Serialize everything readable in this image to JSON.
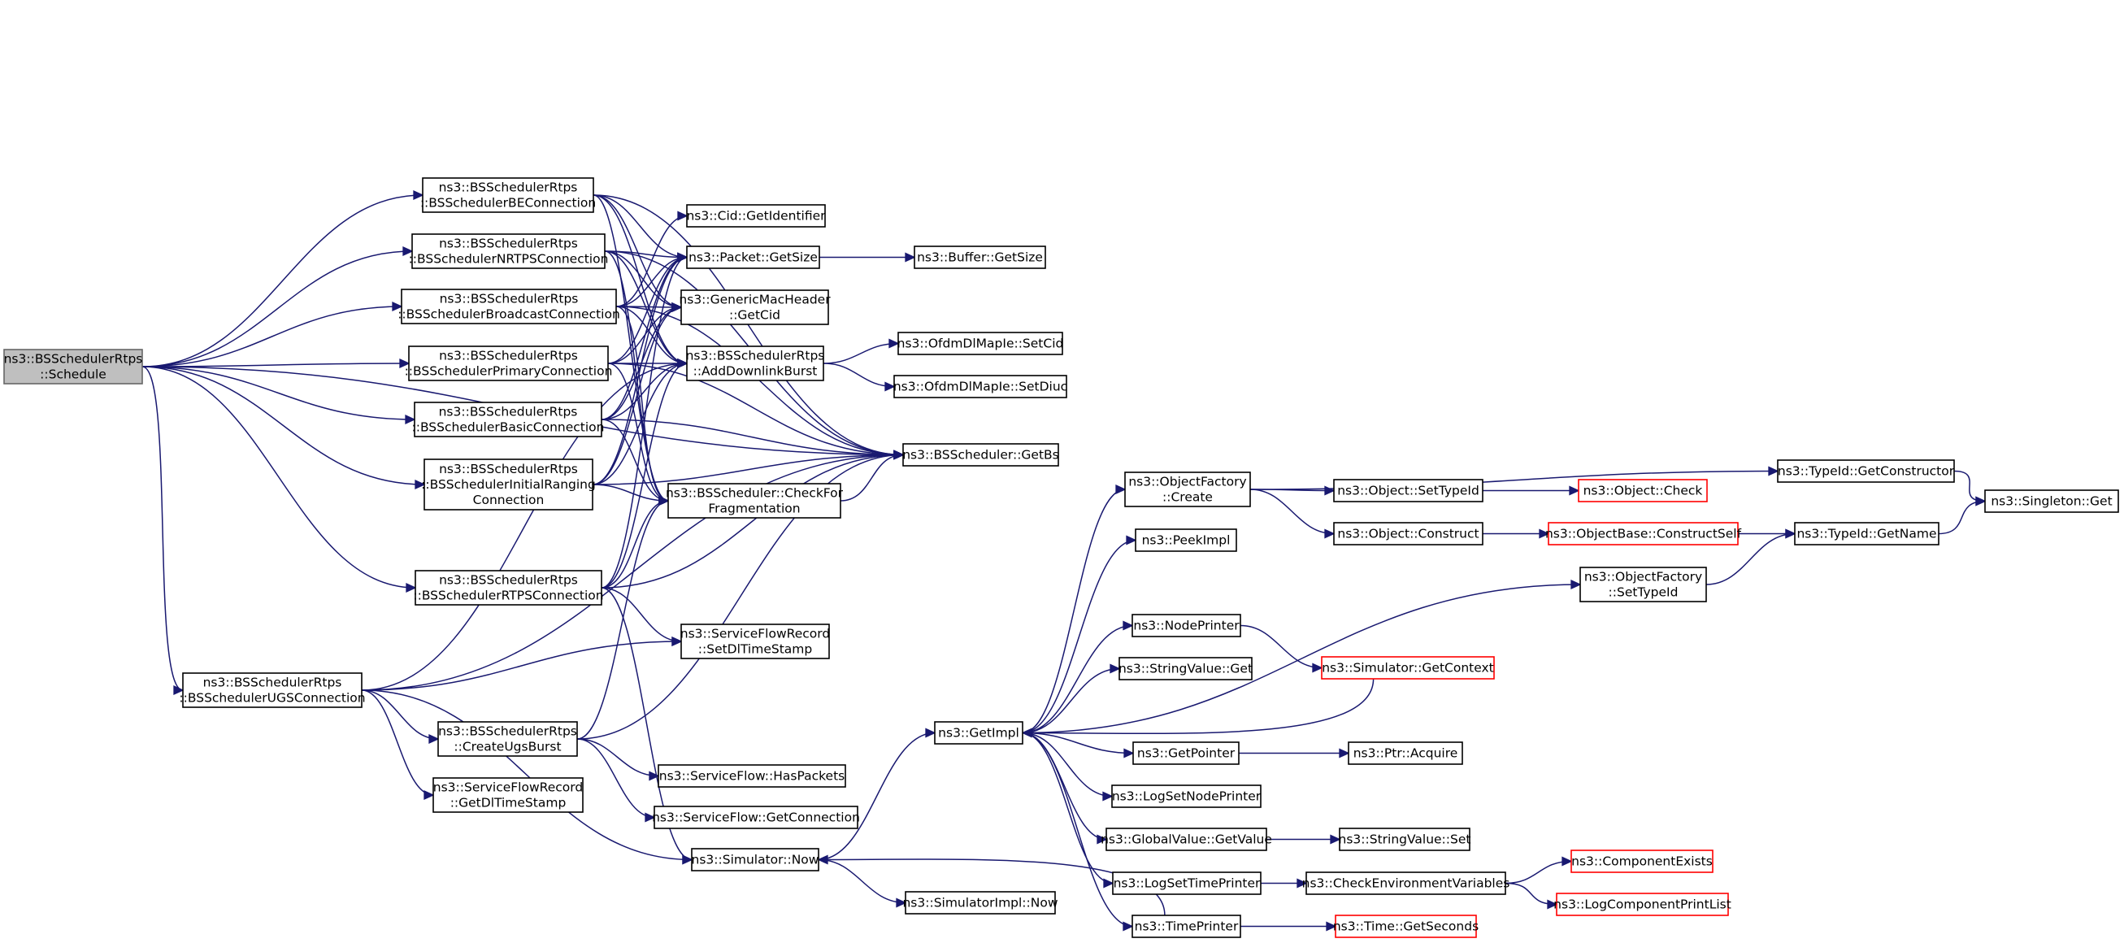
{
  "colors": {
    "edge": "#191970",
    "root_fill": "#bfbfbf",
    "root_border": "#666666",
    "red_border": "#ff0000",
    "border": "#000000"
  },
  "nodes": [
    {
      "id": "schedule",
      "lines": [
        "ns3::BSSchedulerRtps",
        "::Schedule"
      ],
      "style": "root"
    },
    {
      "id": "be",
      "lines": [
        "ns3::BSSchedulerRtps",
        "::BSSchedulerBEConnection"
      ]
    },
    {
      "id": "nrtps",
      "lines": [
        "ns3::BSSchedulerRtps",
        "::BSSchedulerNRTPSConnection"
      ]
    },
    {
      "id": "bcast",
      "lines": [
        "ns3::BSSchedulerRtps",
        "::BSSchedulerBroadcastConnection"
      ]
    },
    {
      "id": "primary",
      "lines": [
        "ns3::BSSchedulerRtps",
        "::BSSchedulerPrimaryConnection"
      ]
    },
    {
      "id": "basic",
      "lines": [
        "ns3::BSSchedulerRtps",
        "::BSSchedulerBasicConnection"
      ]
    },
    {
      "id": "initrng",
      "lines": [
        "ns3::BSSchedulerRtps",
        "::BSSchedulerInitialRanging",
        "Connection"
      ]
    },
    {
      "id": "rtps",
      "lines": [
        "ns3::BSSchedulerRtps",
        "::BSSchedulerRTPSConnection"
      ]
    },
    {
      "id": "ugs",
      "lines": [
        "ns3::BSSchedulerRtps",
        "::BSSchedulerUGSConnection"
      ]
    },
    {
      "id": "createugs",
      "lines": [
        "ns3::BSSchedulerRtps",
        "::CreateUgsBurst"
      ]
    },
    {
      "id": "sfr_get",
      "lines": [
        "ns3::ServiceFlowRecord",
        "::GetDlTimeStamp"
      ]
    },
    {
      "id": "cid_getid",
      "lines": [
        "ns3::Cid::GetIdentifier"
      ]
    },
    {
      "id": "pkt_size",
      "lines": [
        "ns3::Packet::GetSize"
      ]
    },
    {
      "id": "gmh_cid",
      "lines": [
        "ns3::GenericMacHeader",
        "::GetCid"
      ]
    },
    {
      "id": "adl",
      "lines": [
        "ns3::BSSchedulerRtps",
        "::AddDownlinkBurst"
      ]
    },
    {
      "id": "checkfrag",
      "lines": [
        "ns3::BSScheduler::CheckFor",
        "Fragmentation"
      ]
    },
    {
      "id": "sfr_set",
      "lines": [
        "ns3::ServiceFlowRecord",
        "::SetDlTimeStamp"
      ]
    },
    {
      "id": "sf_has",
      "lines": [
        "ns3::ServiceFlow::HasPackets"
      ]
    },
    {
      "id": "sf_conn",
      "lines": [
        "ns3::ServiceFlow::GetConnection"
      ]
    },
    {
      "id": "sim_now",
      "lines": [
        "ns3::Simulator::Now"
      ]
    },
    {
      "id": "buf_size",
      "lines": [
        "ns3::Buffer::GetSize"
      ]
    },
    {
      "id": "setcid",
      "lines": [
        "ns3::OfdmDlMapIe::SetCid"
      ]
    },
    {
      "id": "setdiuc",
      "lines": [
        "ns3::OfdmDlMapIe::SetDiuc"
      ]
    },
    {
      "id": "getbs",
      "lines": [
        "ns3::BSScheduler::GetBs"
      ]
    },
    {
      "id": "simimpl_now",
      "lines": [
        "ns3::SimulatorImpl::Now"
      ]
    },
    {
      "id": "getimpl",
      "lines": [
        "ns3::GetImpl"
      ]
    },
    {
      "id": "of_create",
      "lines": [
        "ns3::ObjectFactory",
        "::Create"
      ]
    },
    {
      "id": "peekimpl",
      "lines": [
        "ns3::PeekImpl"
      ]
    },
    {
      "id": "nodeprinter",
      "lines": [
        "ns3::NodePrinter"
      ]
    },
    {
      "id": "strval_get",
      "lines": [
        "ns3::StringValue::Get"
      ]
    },
    {
      "id": "getpointer",
      "lines": [
        "ns3::GetPointer"
      ]
    },
    {
      "id": "logsetnode",
      "lines": [
        "ns3::LogSetNodePrinter"
      ]
    },
    {
      "id": "gv_getvalue",
      "lines": [
        "ns3::GlobalValue::GetValue"
      ]
    },
    {
      "id": "logsettime",
      "lines": [
        "ns3::LogSetTimePrinter"
      ]
    },
    {
      "id": "timeprinter",
      "lines": [
        "ns3::TimePrinter"
      ]
    },
    {
      "id": "obj_settype",
      "lines": [
        "ns3::Object::SetTypeId"
      ]
    },
    {
      "id": "obj_construct",
      "lines": [
        "ns3::Object::Construct"
      ]
    },
    {
      "id": "of_settype",
      "lines": [
        "ns3::ObjectFactory",
        "::SetTypeId"
      ]
    },
    {
      "id": "sim_ctx",
      "lines": [
        "ns3::Simulator::GetContext"
      ],
      "style": "red"
    },
    {
      "id": "ptr_acquire",
      "lines": [
        "ns3::Ptr::Acquire"
      ]
    },
    {
      "id": "strval_set",
      "lines": [
        "ns3::StringValue::Set"
      ]
    },
    {
      "id": "checkenv",
      "lines": [
        "ns3::CheckEnvironmentVariables"
      ]
    },
    {
      "id": "time_secs",
      "lines": [
        "ns3::Time::GetSeconds"
      ],
      "style": "red"
    },
    {
      "id": "obj_check",
      "lines": [
        "ns3::Object::Check"
      ],
      "style": "red"
    },
    {
      "id": "ob_construct",
      "lines": [
        "ns3::ObjectBase::ConstructSelf"
      ],
      "style": "red"
    },
    {
      "id": "comp_exists",
      "lines": [
        "ns3::ComponentExists"
      ],
      "style": "red"
    },
    {
      "id": "logcomp_print",
      "lines": [
        "ns3::LogComponentPrintList"
      ],
      "style": "red"
    },
    {
      "id": "tid_getctor",
      "lines": [
        "ns3::TypeId::GetConstructor"
      ]
    },
    {
      "id": "tid_getname",
      "lines": [
        "ns3::TypeId::GetName"
      ]
    },
    {
      "id": "singleton_get",
      "lines": [
        "ns3::Singleton::Get"
      ]
    }
  ],
  "edges": [
    [
      "schedule",
      "be"
    ],
    [
      "schedule",
      "nrtps"
    ],
    [
      "schedule",
      "bcast"
    ],
    [
      "schedule",
      "primary"
    ],
    [
      "schedule",
      "basic"
    ],
    [
      "schedule",
      "initrng"
    ],
    [
      "schedule",
      "rtps"
    ],
    [
      "schedule",
      "ugs"
    ],
    [
      "schedule",
      "getbs"
    ],
    [
      "be",
      "pkt_size"
    ],
    [
      "be",
      "gmh_cid"
    ],
    [
      "be",
      "adl"
    ],
    [
      "be",
      "checkfrag"
    ],
    [
      "be",
      "getbs"
    ],
    [
      "nrtps",
      "pkt_size"
    ],
    [
      "nrtps",
      "gmh_cid"
    ],
    [
      "nrtps",
      "adl"
    ],
    [
      "nrtps",
      "checkfrag"
    ],
    [
      "nrtps",
      "getbs"
    ],
    [
      "bcast",
      "cid_getid"
    ],
    [
      "bcast",
      "pkt_size"
    ],
    [
      "bcast",
      "gmh_cid"
    ],
    [
      "bcast",
      "adl"
    ],
    [
      "bcast",
      "checkfrag"
    ],
    [
      "bcast",
      "getbs"
    ],
    [
      "primary",
      "pkt_size"
    ],
    [
      "primary",
      "gmh_cid"
    ],
    [
      "primary",
      "adl"
    ],
    [
      "primary",
      "checkfrag"
    ],
    [
      "primary",
      "getbs"
    ],
    [
      "basic",
      "pkt_size"
    ],
    [
      "basic",
      "gmh_cid"
    ],
    [
      "basic",
      "adl"
    ],
    [
      "basic",
      "checkfrag"
    ],
    [
      "basic",
      "getbs"
    ],
    [
      "initrng",
      "pkt_size"
    ],
    [
      "initrng",
      "gmh_cid"
    ],
    [
      "initrng",
      "adl"
    ],
    [
      "initrng",
      "checkfrag"
    ],
    [
      "initrng",
      "getbs"
    ],
    [
      "rtps",
      "pkt_size"
    ],
    [
      "rtps",
      "adl"
    ],
    [
      "rtps",
      "checkfrag"
    ],
    [
      "rtps",
      "sfr_set"
    ],
    [
      "rtps",
      "sim_now"
    ],
    [
      "rtps",
      "getbs"
    ],
    [
      "ugs",
      "createugs"
    ],
    [
      "ugs",
      "sfr_get"
    ],
    [
      "ugs",
      "sfr_set"
    ],
    [
      "ugs",
      "sim_now"
    ],
    [
      "ugs",
      "getbs"
    ],
    [
      "ugs",
      "adl"
    ],
    [
      "createugs",
      "sf_has"
    ],
    [
      "createugs",
      "sf_conn"
    ],
    [
      "createugs",
      "checkfrag"
    ],
    [
      "createugs",
      "getbs"
    ],
    [
      "pkt_size",
      "buf_size"
    ],
    [
      "adl",
      "setcid"
    ],
    [
      "adl",
      "setdiuc"
    ],
    [
      "checkfrag",
      "getbs"
    ],
    [
      "sim_now",
      "getimpl"
    ],
    [
      "sim_now",
      "simimpl_now"
    ],
    [
      "getimpl",
      "of_create"
    ],
    [
      "getimpl",
      "peekimpl"
    ],
    [
      "getimpl",
      "nodeprinter"
    ],
    [
      "getimpl",
      "strval_get"
    ],
    [
      "getimpl",
      "getpointer"
    ],
    [
      "getimpl",
      "logsetnode"
    ],
    [
      "getimpl",
      "gv_getvalue"
    ],
    [
      "getimpl",
      "logsettime"
    ],
    [
      "getimpl",
      "timeprinter"
    ],
    [
      "getimpl",
      "of_settype"
    ],
    [
      "timeprinter",
      "sim_now"
    ],
    [
      "timeprinter",
      "time_secs"
    ],
    [
      "nodeprinter",
      "sim_ctx"
    ],
    [
      "sim_ctx",
      "getimpl"
    ],
    [
      "getpointer",
      "ptr_acquire"
    ],
    [
      "gv_getvalue",
      "strval_set"
    ],
    [
      "logsettime",
      "checkenv"
    ],
    [
      "checkenv",
      "comp_exists"
    ],
    [
      "checkenv",
      "logcomp_print"
    ],
    [
      "of_create",
      "obj_settype"
    ],
    [
      "of_create",
      "obj_construct"
    ],
    [
      "of_create",
      "tid_getctor"
    ],
    [
      "obj_settype",
      "obj_check"
    ],
    [
      "obj_construct",
      "ob_construct"
    ],
    [
      "ob_construct",
      "tid_getname"
    ],
    [
      "of_settype",
      "tid_getname"
    ],
    [
      "tid_getctor",
      "singleton_get"
    ],
    [
      "tid_getname",
      "singleton_get"
    ]
  ]
}
